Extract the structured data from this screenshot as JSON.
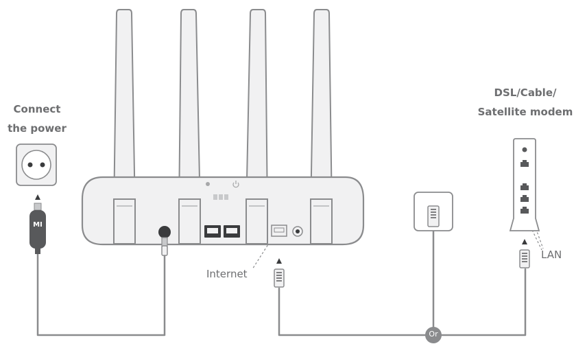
{
  "labels": {
    "power_line1": "Connect",
    "power_line2": "the power",
    "modem_line1": "DSL/Cable/",
    "modem_line2": "Satellite modem",
    "internet": "Internet",
    "lan": "LAN",
    "or": "Or",
    "adapter_logo": "MI"
  },
  "colors": {
    "stroke": "#8a8b8d",
    "fill_light": "#f1f1f2",
    "dark": "#58595b",
    "text": "#6d6e70"
  }
}
